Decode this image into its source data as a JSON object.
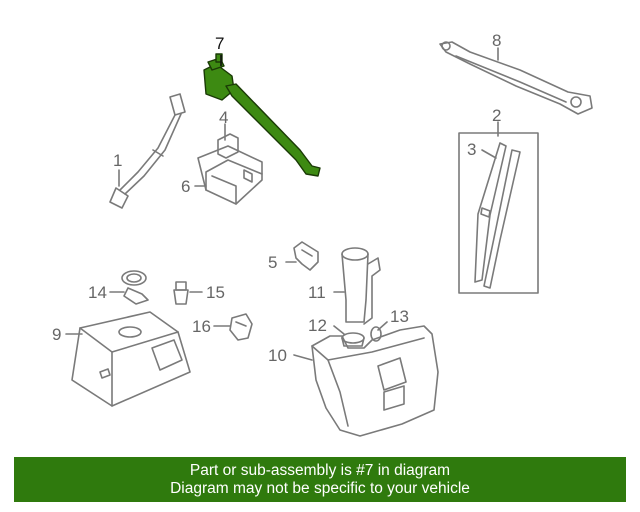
{
  "diagram": {
    "callouts": [
      "1",
      "2",
      "3",
      "4",
      "5",
      "6",
      "7",
      "8",
      "9",
      "10",
      "11",
      "12",
      "13",
      "14",
      "15",
      "16"
    ],
    "highlighted_part": "7",
    "highlight_color": "#2f7a0d"
  },
  "banner": {
    "line1": "Part or sub-assembly is #7 in diagram",
    "line2": "Diagram may not be specific to your vehicle",
    "background": "#2f7a0d"
  }
}
